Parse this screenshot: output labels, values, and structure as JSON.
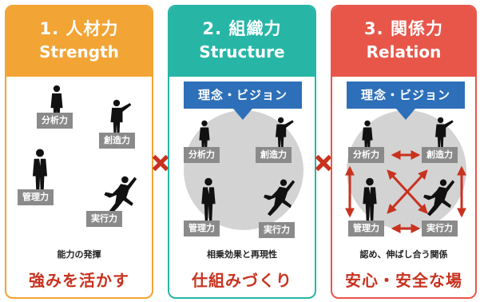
{
  "panels": [
    {
      "title": "1. 人材力",
      "subtitle": "Strength",
      "labels": {
        "analysis": "分析力",
        "creation": "創造力",
        "management": "管理力",
        "execution": "実行力"
      },
      "description": "能力の発揮",
      "tagline": "強みを活かす",
      "color": "#f2a435"
    },
    {
      "title": "2. 組織力",
      "subtitle": "Structure",
      "vision": "理念・ビジョン",
      "labels": {
        "analysis": "分析力",
        "creation": "創造力",
        "management": "管理力",
        "execution": "実行力"
      },
      "description": "相乗効果と再現性",
      "tagline": "仕組みづくり",
      "color": "#27b6a6"
    },
    {
      "title": "3. 関係力",
      "subtitle": "Relation",
      "vision": "理念・ビジョン",
      "labels": {
        "analysis": "分析力",
        "creation": "創造力",
        "management": "管理力",
        "execution": "実行力"
      },
      "description": "認め、伸ばし合う関係",
      "tagline": "安心・安全な場",
      "color": "#e8564a"
    }
  ],
  "colors": {
    "operator": "#c8321f",
    "arrow": "#c8321f",
    "vision_box": "#2d6fb8",
    "label_box": "#8a8a8a",
    "circle": "#d3d3d3",
    "tagline": "#c8321f"
  },
  "operators": [
    "multiply-icon",
    "multiply-icon"
  ]
}
